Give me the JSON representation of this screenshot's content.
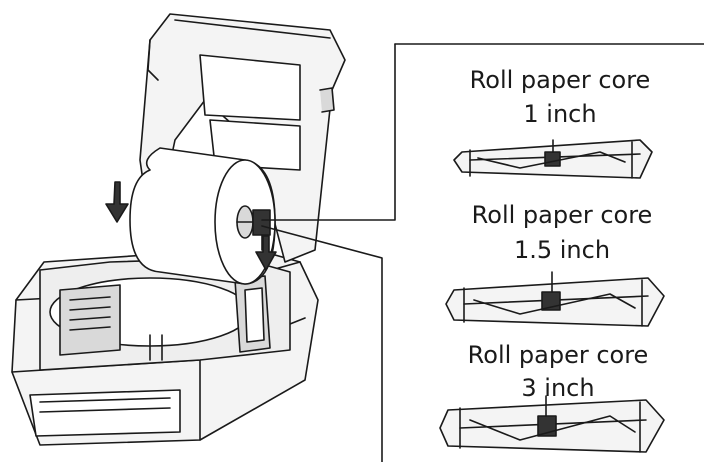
{
  "labels": {
    "core1": {
      "name": "Roll paper core",
      "size": "1 inch"
    },
    "core15": {
      "name": "Roll paper core",
      "size": "1.5 inch"
    },
    "core3": {
      "name": "Roll paper core",
      "size": "3 inch"
    }
  },
  "colors": {
    "line": "#1a1a1a",
    "fill_light": "#f4f4f4",
    "fill_mid": "#d9d9d9",
    "fill_dark": "#333333"
  }
}
